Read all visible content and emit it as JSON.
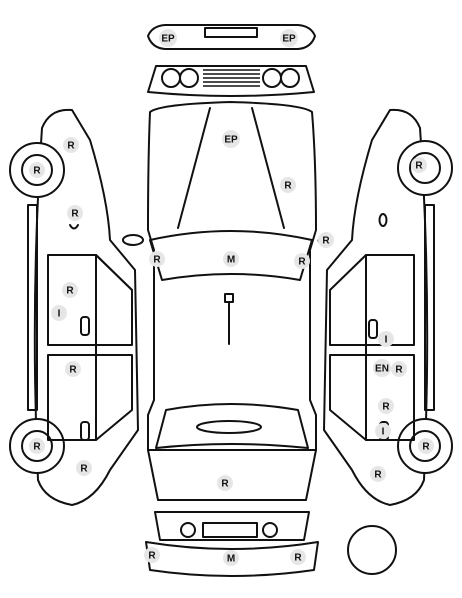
{
  "marks": [
    {
      "id": "front-bumper-left",
      "code": "EP"
    },
    {
      "id": "front-bumper-right",
      "code": "EP"
    },
    {
      "id": "hood",
      "code": "EP"
    },
    {
      "id": "hood-right",
      "code": "R"
    },
    {
      "id": "left-front-wheel",
      "code": "R"
    },
    {
      "id": "left-front-fender",
      "code": "R"
    },
    {
      "id": "left-mirror",
      "code": "R"
    },
    {
      "id": "left-front-door",
      "code": "R"
    },
    {
      "id": "left-front-door-i",
      "code": "I"
    },
    {
      "id": "left-rear-door",
      "code": "R"
    },
    {
      "id": "left-rear-wheel",
      "code": "R"
    },
    {
      "id": "left-rear-quarter",
      "code": "R"
    },
    {
      "id": "right-front-wheel",
      "code": "R"
    },
    {
      "id": "right-mirror",
      "code": "R"
    },
    {
      "id": "right-front-door-i",
      "code": "I"
    },
    {
      "id": "right-rear-door-en",
      "code": "EN"
    },
    {
      "id": "right-rear-door-r",
      "code": "R"
    },
    {
      "id": "right-rear-door-r2",
      "code": "R"
    },
    {
      "id": "right-rear-door-i",
      "code": "I"
    },
    {
      "id": "right-rear-wheel",
      "code": "R"
    },
    {
      "id": "right-rear-quarter",
      "code": "R"
    },
    {
      "id": "windshield-left",
      "code": "R"
    },
    {
      "id": "windshield-right",
      "code": "R"
    },
    {
      "id": "windshield-center",
      "code": "M"
    },
    {
      "id": "trunk",
      "code": "R"
    },
    {
      "id": "rear-bumper-left",
      "code": "R"
    },
    {
      "id": "rear-bumper-center",
      "code": "M"
    },
    {
      "id": "rear-bumper-right",
      "code": "R"
    }
  ]
}
